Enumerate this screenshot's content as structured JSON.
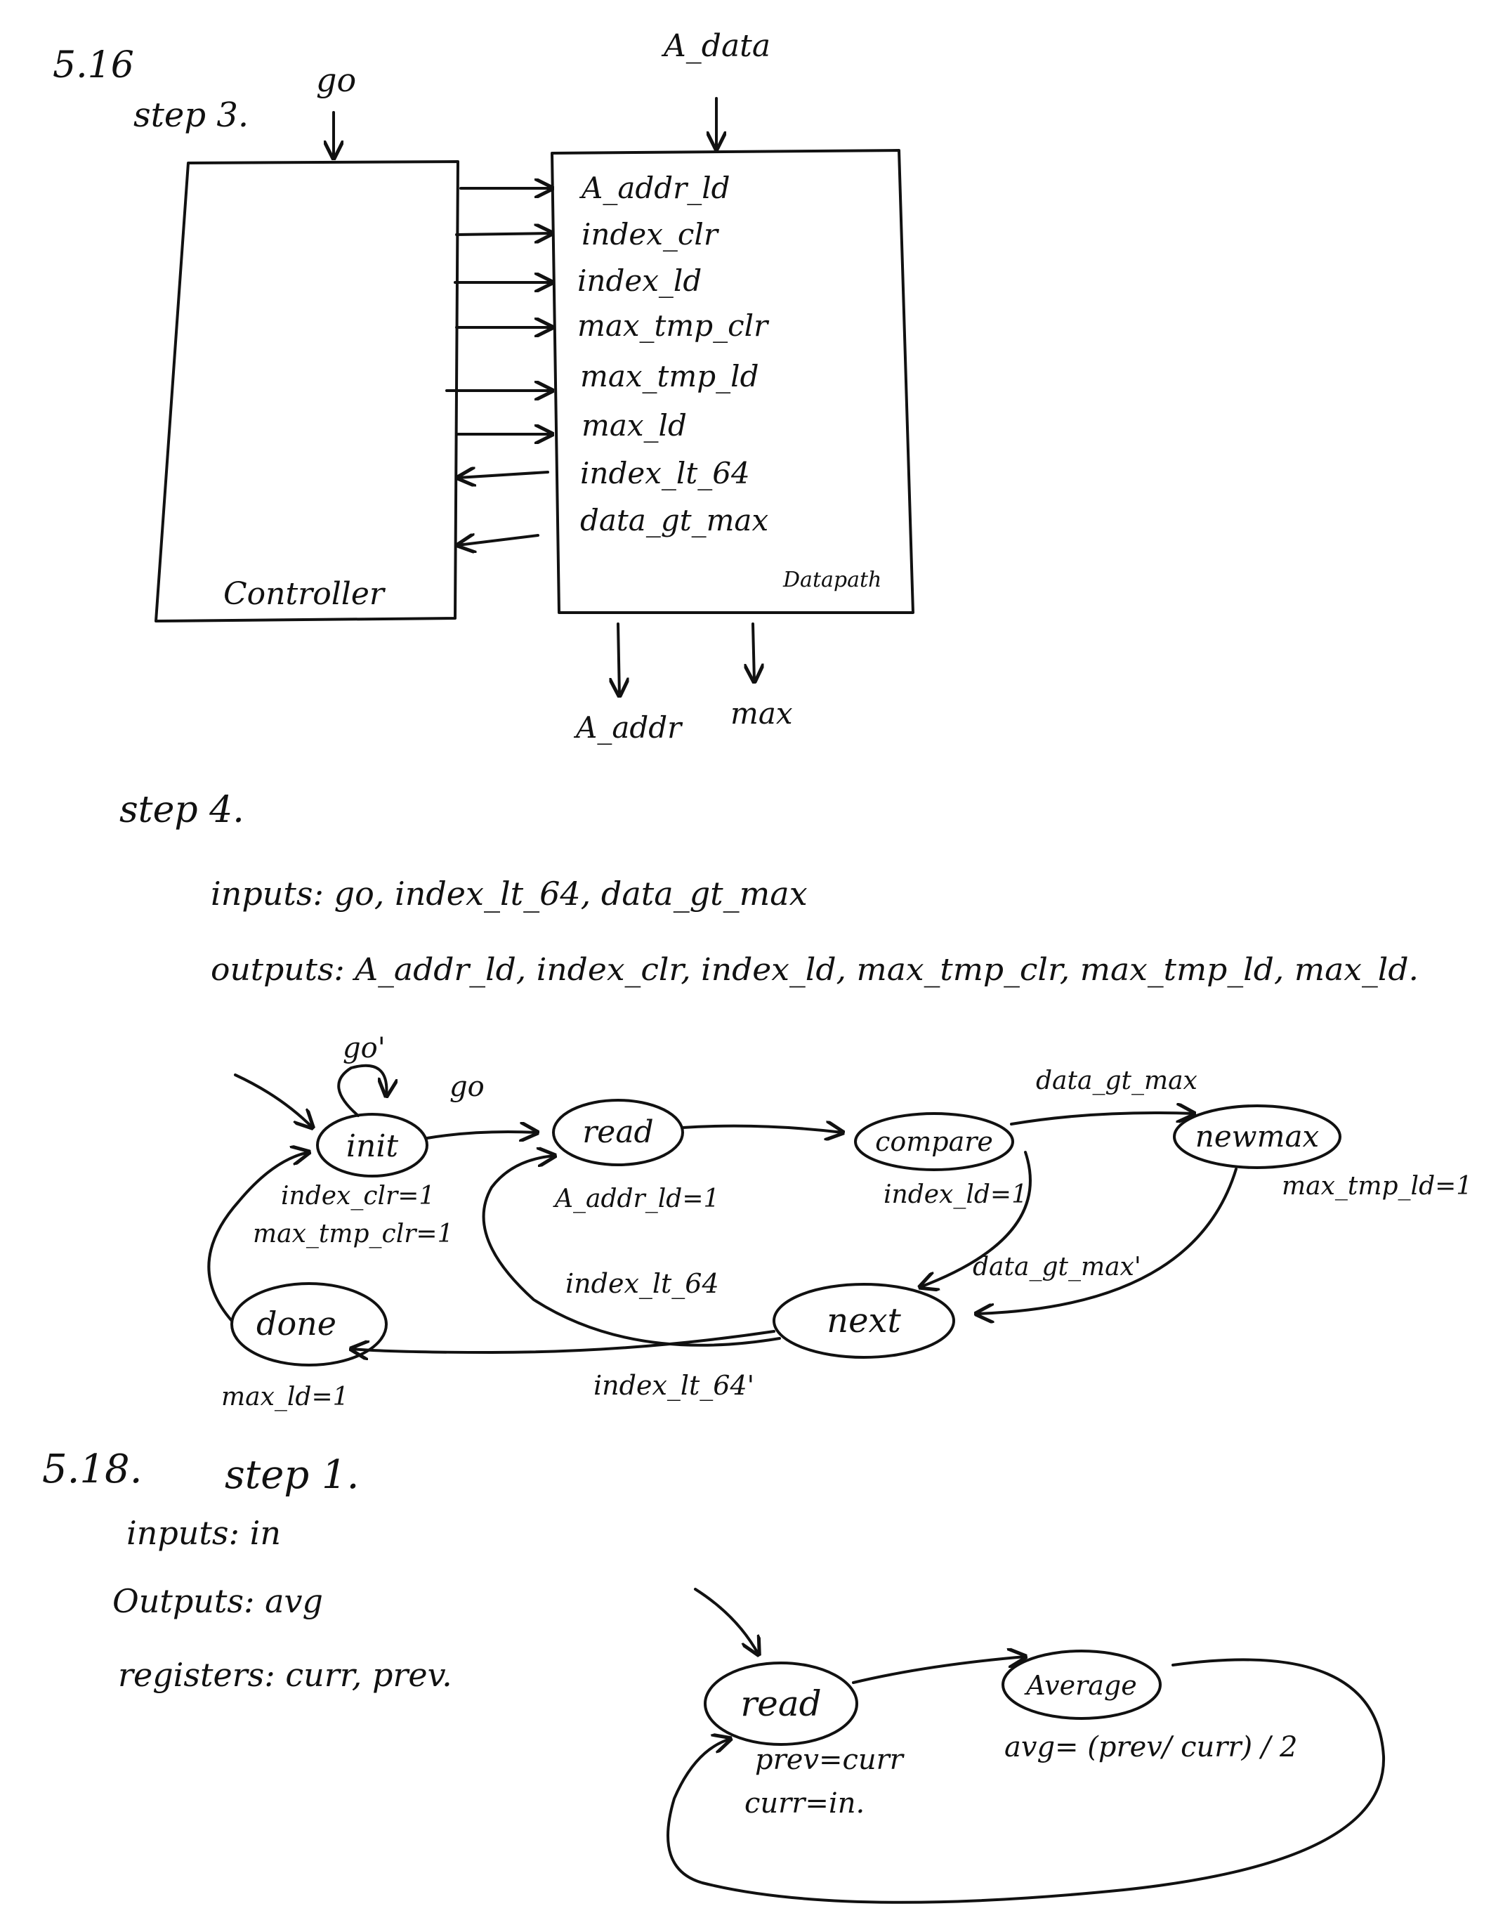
{
  "problem_516": {
    "number": "5.16",
    "step3": {
      "label": "step 3.",
      "go_input": "go",
      "a_data_input": "A_data",
      "controller_label": "Controller",
      "datapath_label": "Datapath",
      "signals": [
        {
          "name": "A_addr_ld",
          "direction": "to-datapath"
        },
        {
          "name": "index_clr",
          "direction": "to-datapath"
        },
        {
          "name": "index_ld",
          "direction": "to-datapath"
        },
        {
          "name": "max_tmp_clr",
          "direction": "to-datapath"
        },
        {
          "name": "max_tmp_ld",
          "direction": "to-datapath"
        },
        {
          "name": "max_ld",
          "direction": "to-datapath"
        },
        {
          "name": "index_lt_64",
          "direction": "to-controller"
        },
        {
          "name": "data_gt_max",
          "direction": "to-controller"
        }
      ],
      "outputs": {
        "a_addr": "A_addr",
        "max": "max"
      }
    },
    "step4": {
      "label": "step 4.",
      "inputs_line": "inputs: go, index_lt_64, data_gt_max",
      "outputs_line": "outputs: A_addr_ld, index_clr, index_ld, max_tmp_clr, max_tmp_ld, max_ld.",
      "states": {
        "init": {
          "name": "init",
          "actions": [
            "index_clr=1",
            "max_tmp_clr=1"
          ]
        },
        "read": {
          "name": "read",
          "actions": [
            "A_addr_ld=1"
          ]
        },
        "compare": {
          "name": "compare",
          "actions": [
            "index_ld=1"
          ]
        },
        "newmax": {
          "name": "newmax",
          "actions": [
            "max_tmp_ld=1"
          ]
        },
        "next": {
          "name": "next",
          "actions": []
        },
        "done": {
          "name": "done",
          "actions": [
            "max_ld=1"
          ]
        }
      },
      "transitions": {
        "init_self": "go'",
        "init_to_read": "go",
        "compare_to_newmax": "data_gt_max",
        "compare_to_next": "data_gt_max'",
        "next_to_read": "index_lt_64",
        "next_to_done": "index_lt_64'"
      }
    }
  },
  "problem_518": {
    "number": "5.18.",
    "step1_label": "step 1.",
    "inputs_line": "inputs: in",
    "outputs_line": "Outputs: avg",
    "registers_line": "registers: curr, prev.",
    "states": {
      "read": {
        "name": "read",
        "actions": [
          "prev=curr",
          "curr=in."
        ]
      },
      "average": {
        "name": "Average",
        "actions": [
          "avg= (prev/ curr) / 2"
        ]
      }
    }
  }
}
